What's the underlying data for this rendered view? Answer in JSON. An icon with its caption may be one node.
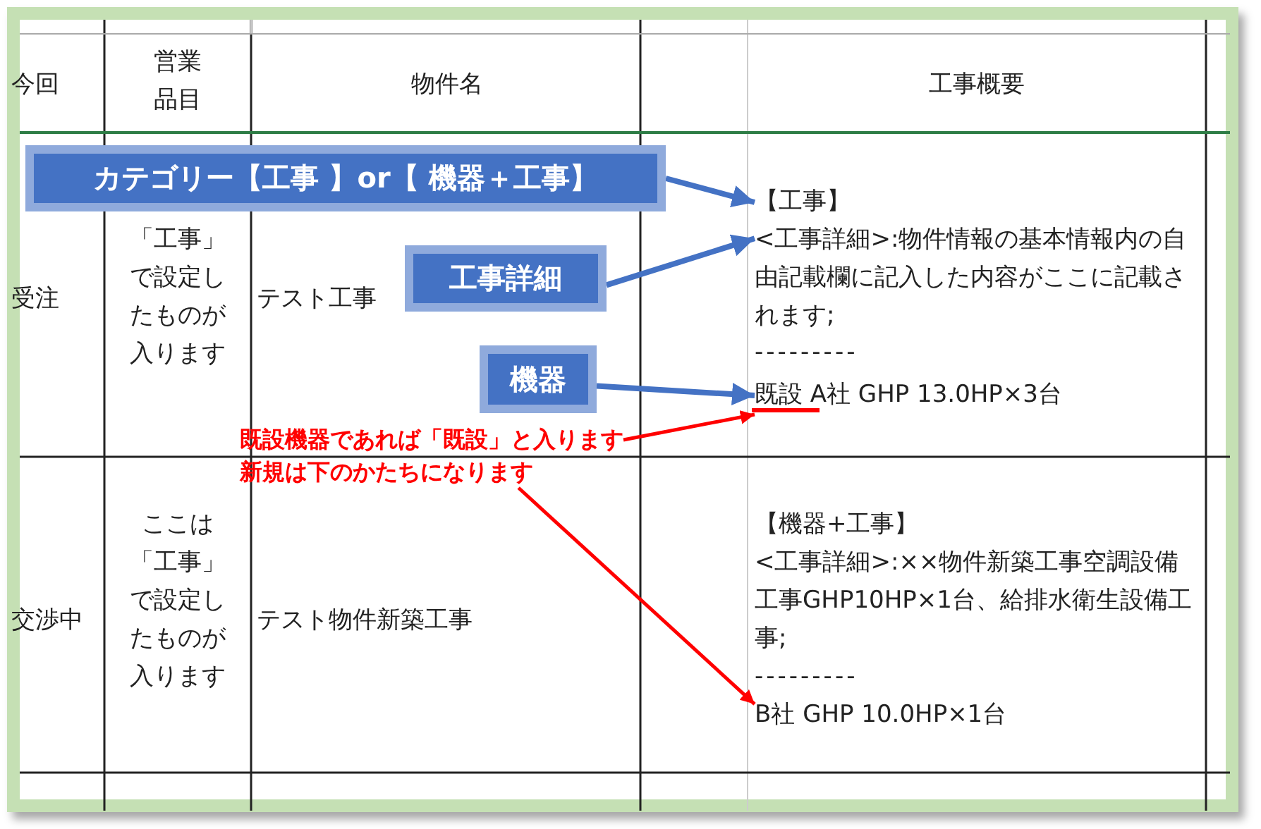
{
  "diagram": {
    "nodes": [
      {
        "text": [
          "カテゴリー【工事 】or【 機器＋工事】"
        ]
      },
      {
        "text": [
          "工事詳細"
        ]
      },
      {
        "text": [
          "機器"
        ]
      },
      {
        "text": [
          "既設機器であれば「既設」と入ります"
        ]
      },
      {
        "text": [
          "新規は下のかたちになります"
        ]
      },
      {
        "text": [
          "【工事】"
        ]
      },
      {
        "text": [
          "<工事詳細>:物件情報の基本情報内の自由記載欄に記入した内容がここに記載されます;"
        ]
      },
      {
        "text": [
          "既設 A社 GHP 13.0HP×3台"
        ]
      },
      {
        "text": [
          "B社 GHP 10.0HP×1台"
        ]
      }
    ],
    "edges": [
      {
        "from": 0,
        "to": 5,
        "arrow": "to"
      },
      {
        "from": 1,
        "to": 6,
        "arrow": "to"
      },
      {
        "from": 2,
        "to": 7,
        "arrow": "to"
      },
      {
        "from": 3,
        "to": 7,
        "arrow": "to",
        "color": "#ff0000"
      },
      {
        "from": 4,
        "to": 8,
        "arrow": "to",
        "color": "#ff0000"
      }
    ],
    "labels": [
      "今回",
      "営業品目",
      "物件名",
      "工事概要",
      "受注",
      "「工事」で設定したものが入ります",
      "テスト工事",
      "---------",
      "交渉中",
      "ここは「工事」で設定したものが入ります",
      "テスト物件新築工事",
      "【機器+工事】",
      "<工事詳細>:××物件新築工事空調設備工事GHP10HP×1台、給排水衛生設備工事;",
      "---------"
    ]
  }
}
